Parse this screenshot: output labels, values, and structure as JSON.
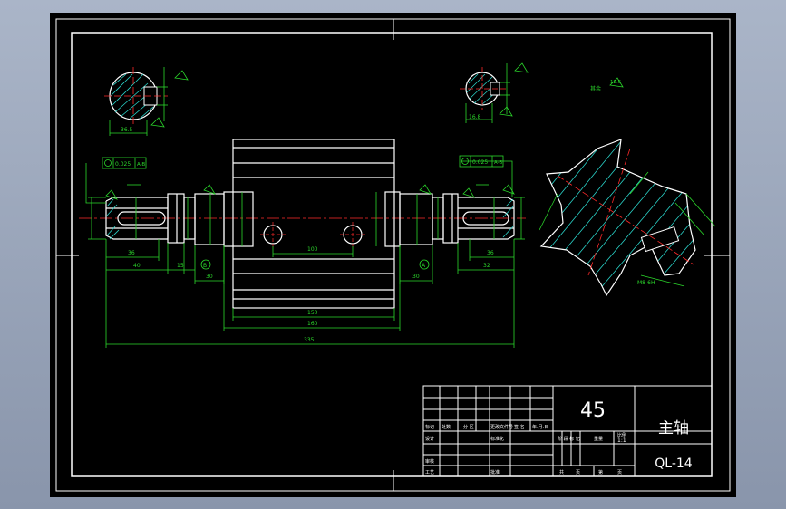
{
  "titleblock": {
    "material": "45",
    "part_name": "主轴",
    "drawing_no": "QL-14",
    "scale": "1:1",
    "labels_row1": [
      "标记",
      "处数",
      "分 区",
      "更改文件号",
      "签 名",
      "年.月.日"
    ],
    "labels_col": [
      "设计",
      "审核",
      "工艺"
    ],
    "standardize": "标准化",
    "approve": "批准",
    "stage_labels": [
      "阶 段 标 记",
      "重量",
      "比例"
    ],
    "sheet_labels": [
      "共",
      "页",
      "第",
      "页"
    ]
  },
  "dimensions": {
    "d100": "100",
    "d150": "150",
    "d160": "160",
    "d335": "335",
    "d36": "36",
    "d40": "40",
    "d15": "15",
    "d30": "30",
    "d32": "32",
    "sect_left": "36.5",
    "sect_right": "16.8",
    "view_thread": "M8-6H",
    "tol1": "0.025",
    "tol2": "0.025",
    "datum1": "A-B",
    "datum2": "A-B",
    "datum_a": "A",
    "datum_b": "B",
    "rough": "12.5",
    "rough_label": "其余"
  },
  "colors": {
    "outline": "#ffffff",
    "dim": "#2bd82b",
    "center": "#ff2a2a",
    "hatch": "#2ad2c8"
  }
}
